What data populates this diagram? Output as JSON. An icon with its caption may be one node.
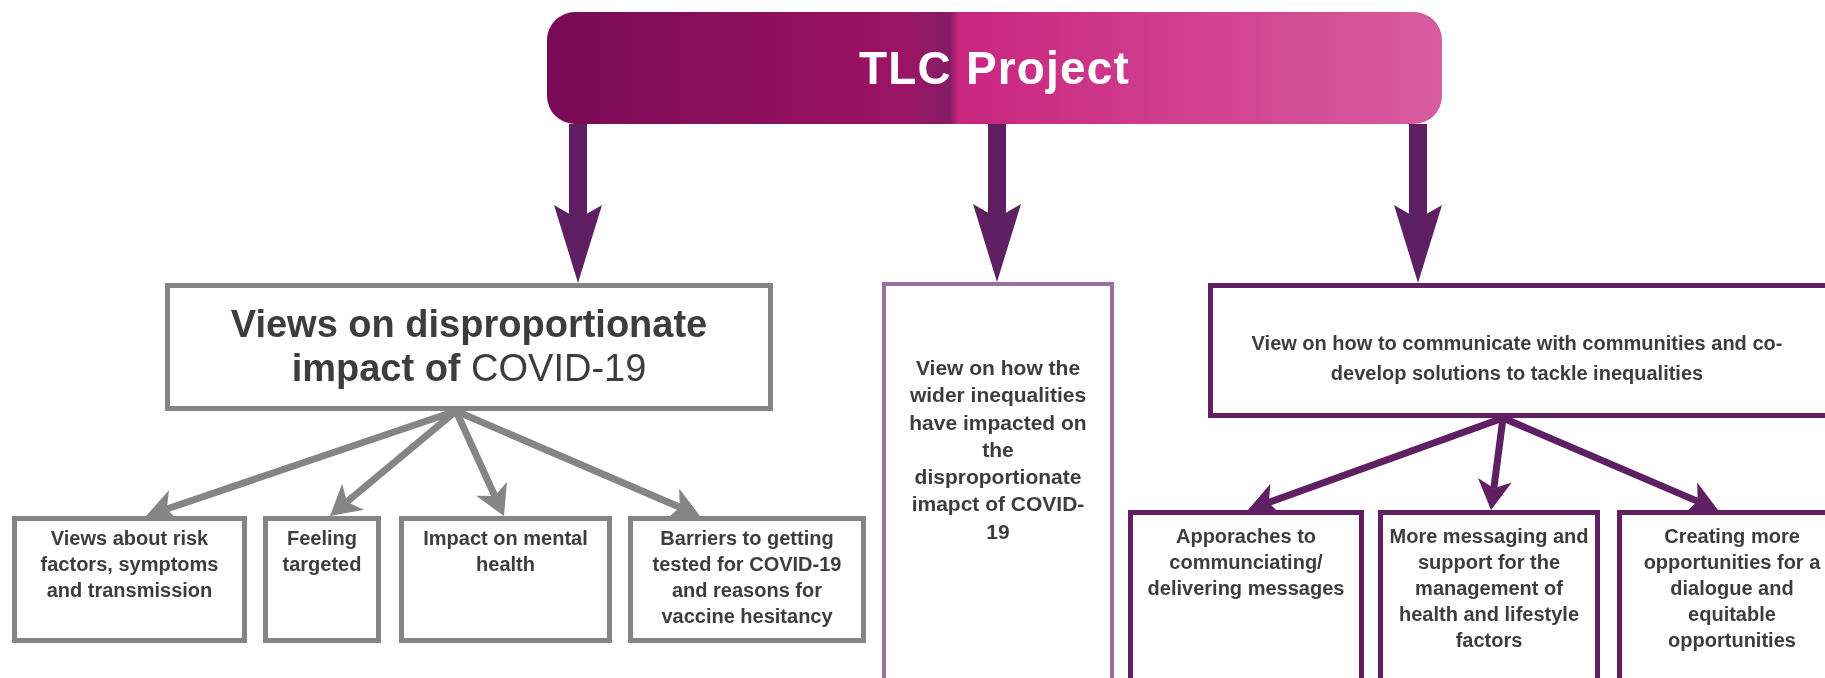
{
  "diagram": {
    "nodes": [
      {
        "text": [
          "TLC Project"
        ]
      },
      {
        "text": [
          "**Views on disproportionate impact of** COVID-19"
        ]
      },
      {
        "text": [
          "View on how the wider inequalities have impacted on the disproportionate imapct of COVID-19"
        ]
      },
      {
        "text": [
          "View on how to communicate with communities and co-develop solutions to  tackle inequalities"
        ]
      },
      {
        "text": [
          "Views about risk factors, symptoms and transmission"
        ]
      },
      {
        "text": [
          "Feeling targeted"
        ]
      },
      {
        "text": [
          "Impact on mental health"
        ]
      },
      {
        "text": [
          "Barriers to getting tested for COVID-19 and reasons for vaccine hesitancy"
        ]
      },
      {
        "text": [
          "Apporaches to communciating/ delivering messages"
        ]
      },
      {
        "text": [
          "More messaging and support for the management of health and lifestyle factors"
        ]
      },
      {
        "text": [
          "Creating more opportunities for a dialogue and equitable opportunities"
        ]
      }
    ],
    "edges": [
      {
        "from": 0,
        "to": 1,
        "arrow": "to",
        "style": "thick"
      },
      {
        "from": 0,
        "to": 2,
        "arrow": "to",
        "style": "thick"
      },
      {
        "from": 0,
        "to": 3,
        "arrow": "to",
        "style": "thick"
      },
      {
        "from": 1,
        "to": 4,
        "arrow": "to",
        "color": "#858585"
      },
      {
        "from": 1,
        "to": 5,
        "arrow": "to",
        "color": "#858585"
      },
      {
        "from": 1,
        "to": 6,
        "arrow": "to",
        "color": "#858585"
      },
      {
        "from": 1,
        "to": 7,
        "arrow": "to",
        "color": "#858585"
      },
      {
        "from": 3,
        "to": 8,
        "arrow": "to"
      },
      {
        "from": 3,
        "to": 9,
        "arrow": "to"
      },
      {
        "from": 3,
        "to": 10,
        "arrow": "to"
      }
    ]
  }
}
